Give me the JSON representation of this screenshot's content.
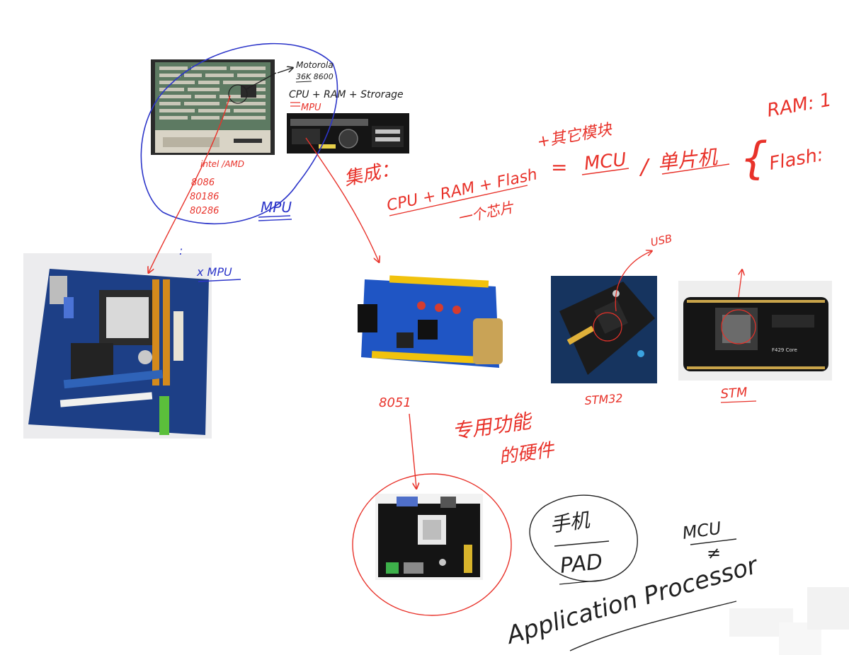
{
  "colors": {
    "ink_black": "#222222",
    "ink_red": "#e8322a",
    "ink_blue": "#2c35c9",
    "pcb_blue": "#1d3f86",
    "pcb_black": "#1a1a1a",
    "pcb_yellow": "#e3c21a",
    "background": "#ffffff"
  },
  "top_notes": {
    "motorola": "Motorola",
    "motorola_models": "36K  8600",
    "cpu_ram_storage": "CPU + RAM + Strorage",
    "mpu_under": "MPU",
    "intel_amd": "intel /AMD",
    "chip_8086": "8086",
    "chip_80186": "80186",
    "chip_80286": "80286",
    "mpu_blue": "MPU"
  },
  "center_notes": {
    "jicheng": "集成：",
    "formula": "CPU + RAM + Flash",
    "plus_other": "+其它模块",
    "one_chip": "一个芯片",
    "equals": "=",
    "mcu": "MCU",
    "slash": "/",
    "danpianji": "单片机",
    "brace": "{",
    "ram_label": "RAM: 1",
    "flash_label": "Flash:"
  },
  "left_notes": {
    "x_mpu": "x MPU",
    "dots": ":"
  },
  "board_labels": {
    "c51": "8051",
    "usb": "USB",
    "stm32": "STM32",
    "stm": "STM"
  },
  "middle_notes": {
    "special_1": "专用功能",
    "special_2": "的硬件"
  },
  "bottom_notes": {
    "phone": "手机",
    "pad": "PAD",
    "mcu_top": "MCU",
    "mcu_not": "≠",
    "app_processor": "Application Processor"
  },
  "photos": {
    "f429_text": "F429 Core"
  }
}
